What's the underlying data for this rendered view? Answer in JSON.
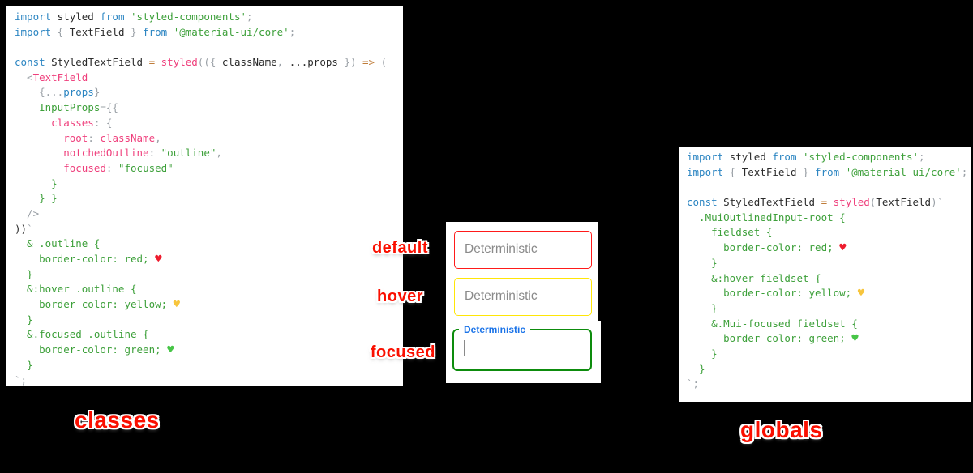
{
  "colors": {
    "background": "#000000",
    "panel": "#ffffff",
    "annotation_red": "#fa0f00",
    "code_keyword_blue": "#2b85c2",
    "code_string_green": "#3da03a",
    "code_pink": "#ef3f7c",
    "code_punctuation_gray": "#9aa0a6",
    "code_operator_orange": "#bf7c3a",
    "textfield_default_border": "#ff1a1a",
    "textfield_hover_border": "#ffe607",
    "textfield_focused_border": "#0d8c0d",
    "textfield_focused_label_blue": "#1a73e8",
    "heart_red": "#ee1c2e",
    "heart_yellow": "#f7c53c",
    "heart_green": "#47c547"
  },
  "annotations": {
    "default": "default",
    "hover": "hover",
    "focused": "focused",
    "classes": "classes",
    "globals": "globals"
  },
  "textfields": [
    {
      "state": "default",
      "placeholder": "Deterministic",
      "border_color": "#ff1a1a"
    },
    {
      "state": "hover",
      "placeholder": "Deterministic",
      "border_color": "#ffe607"
    },
    {
      "state": "focused",
      "floating_label": "Deterministic",
      "border_color": "#0d8c0d",
      "label_color": "#1a73e8"
    }
  ],
  "code_left": {
    "lines": [
      [
        [
          "kw",
          "import"
        ],
        [
          "pl",
          " styled "
        ],
        [
          "kw",
          "from"
        ],
        [
          "pl",
          " "
        ],
        [
          "st",
          "'styled-components'"
        ],
        [
          "pu",
          ";"
        ]
      ],
      [
        [
          "kw",
          "import"
        ],
        [
          "pu",
          " { "
        ],
        [
          "pl",
          "TextField"
        ],
        [
          "pu",
          " } "
        ],
        [
          "kw",
          "from"
        ],
        [
          "pl",
          " "
        ],
        [
          "st",
          "'@material-ui/core'"
        ],
        [
          "pu",
          ";"
        ]
      ],
      [],
      [
        [
          "kw",
          "const"
        ],
        [
          "pl",
          " StyledTextField "
        ],
        [
          "op",
          "="
        ],
        [
          "pl",
          " "
        ],
        [
          "fn",
          "styled"
        ],
        [
          "pu",
          "(({ "
        ],
        [
          "pl",
          "className"
        ],
        [
          "pu",
          ", "
        ],
        [
          "pl",
          "...props"
        ],
        [
          "pu",
          " }) "
        ],
        [
          "op",
          "=>"
        ],
        [
          "pu",
          " ("
        ]
      ],
      [
        [
          "pu",
          "  <"
        ],
        [
          "tg",
          "TextField"
        ]
      ],
      [
        [
          "pu",
          "    {..."
        ],
        [
          "kw",
          "props"
        ],
        [
          "pu",
          "}"
        ]
      ],
      [
        [
          "pl",
          "    "
        ],
        [
          "at",
          "InputProps"
        ],
        [
          "pu",
          "={{"
        ]
      ],
      [
        [
          "pl",
          "      "
        ],
        [
          "pr",
          "classes"
        ],
        [
          "pu",
          ": {"
        ]
      ],
      [
        [
          "pl",
          "        "
        ],
        [
          "pr",
          "root"
        ],
        [
          "pu",
          ": "
        ],
        [
          "pr",
          "className"
        ],
        [
          "pu",
          ","
        ]
      ],
      [
        [
          "pl",
          "        "
        ],
        [
          "pr",
          "notchedOutline"
        ],
        [
          "pu",
          ": "
        ],
        [
          "st",
          "\"outline\""
        ],
        [
          "pu",
          ","
        ]
      ],
      [
        [
          "pl",
          "        "
        ],
        [
          "pr",
          "focused"
        ],
        [
          "pu",
          ": "
        ],
        [
          "st",
          "\"focused\""
        ]
      ],
      [
        [
          "cs",
          "      }"
        ]
      ],
      [
        [
          "cs",
          "    } }"
        ]
      ],
      [
        [
          "pu",
          "  />"
        ]
      ],
      [
        [
          "pl",
          "))"
        ],
        [
          "pu",
          "`"
        ]
      ],
      [
        [
          "cs",
          "  & .outline {"
        ]
      ],
      [
        [
          "cs",
          "    border-color: red; "
        ],
        [
          "hr",
          "♥"
        ]
      ],
      [
        [
          "cs",
          "  }"
        ]
      ],
      [
        [
          "cs",
          "  &:hover .outline {"
        ]
      ],
      [
        [
          "cs",
          "    border-color: yellow; "
        ],
        [
          "hy",
          "♥"
        ]
      ],
      [
        [
          "cs",
          "  }"
        ]
      ],
      [
        [
          "cs",
          "  &.focused .outline {"
        ]
      ],
      [
        [
          "cs",
          "    border-color: green; "
        ],
        [
          "hg",
          "♥"
        ]
      ],
      [
        [
          "cs",
          "  }"
        ]
      ],
      [
        [
          "pu",
          "`;"
        ]
      ]
    ]
  },
  "code_right": {
    "lines": [
      [
        [
          "kw",
          "import"
        ],
        [
          "pl",
          " styled "
        ],
        [
          "kw",
          "from"
        ],
        [
          "pl",
          " "
        ],
        [
          "st",
          "'styled-components'"
        ],
        [
          "pu",
          ";"
        ]
      ],
      [
        [
          "kw",
          "import"
        ],
        [
          "pu",
          " { "
        ],
        [
          "pl",
          "TextField"
        ],
        [
          "pu",
          " } "
        ],
        [
          "kw",
          "from"
        ],
        [
          "pl",
          " "
        ],
        [
          "st",
          "'@material-ui/core'"
        ],
        [
          "pu",
          ";"
        ]
      ],
      [],
      [
        [
          "kw",
          "const"
        ],
        [
          "pl",
          " StyledTextField "
        ],
        [
          "op",
          "="
        ],
        [
          "pl",
          " "
        ],
        [
          "fn",
          "styled"
        ],
        [
          "pu",
          "("
        ],
        [
          "pl",
          "TextField"
        ],
        [
          "pu",
          ")`"
        ]
      ],
      [
        [
          "cs",
          "  .MuiOutlinedInput-root {"
        ]
      ],
      [
        [
          "cs",
          "    fieldset {"
        ]
      ],
      [
        [
          "cs",
          "      border-color: red; "
        ],
        [
          "hr",
          "♥"
        ]
      ],
      [
        [
          "cs",
          "    }"
        ]
      ],
      [
        [
          "cs",
          "    &:hover fieldset {"
        ]
      ],
      [
        [
          "cs",
          "      border-color: yellow; "
        ],
        [
          "hy",
          "♥"
        ]
      ],
      [
        [
          "cs",
          "    }"
        ]
      ],
      [
        [
          "cs",
          "    &.Mui-focused fieldset {"
        ]
      ],
      [
        [
          "cs",
          "      border-color: green; "
        ],
        [
          "hg",
          "♥"
        ]
      ],
      [
        [
          "cs",
          "    }"
        ]
      ],
      [
        [
          "cs",
          "  }"
        ]
      ],
      [
        [
          "pu",
          "`;"
        ]
      ]
    ]
  }
}
